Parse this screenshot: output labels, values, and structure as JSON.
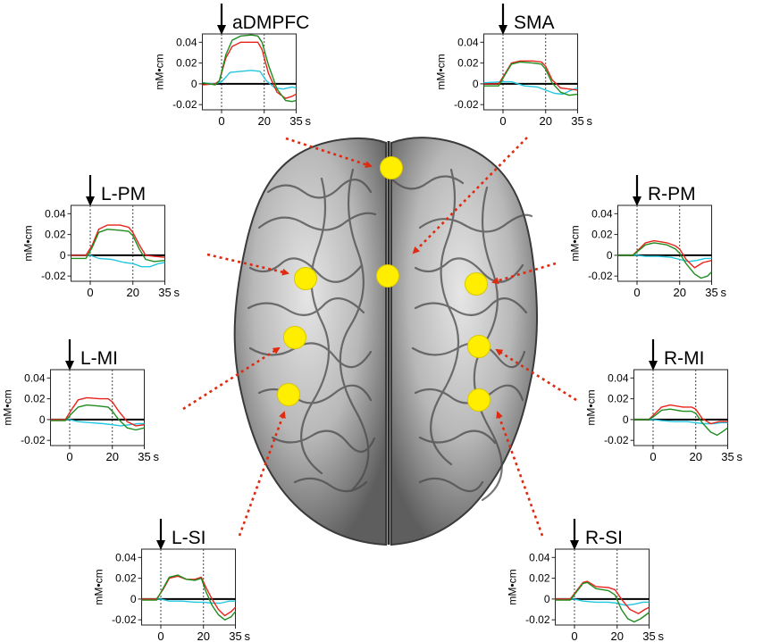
{
  "figure": {
    "colors": {
      "red": "#e8231a",
      "green": "#1e8c1e",
      "cyan": "#22c6e0",
      "marker": "#ffee00",
      "arrow": "#e02a10"
    },
    "ylabel": "mM•cm",
    "y_ticks": [
      "0.04",
      "0.02",
      "0",
      "-0.02"
    ],
    "x_ticks": [
      "0",
      "20",
      "35"
    ],
    "x_unit": "s",
    "y_range": [
      -0.025,
      0.048
    ],
    "x_range": [
      -9,
      35
    ]
  },
  "panels": [
    {
      "id": "aDMPFC",
      "label": "aDMPFC",
      "series": {
        "red": [
          [
            -9,
            -0.001
          ],
          [
            -3,
            0
          ],
          [
            -1,
            0.003
          ],
          [
            2,
            0.025
          ],
          [
            5,
            0.036
          ],
          [
            9,
            0.04
          ],
          [
            14,
            0.04
          ],
          [
            17,
            0.04
          ],
          [
            19,
            0.033
          ],
          [
            22,
            0.01
          ],
          [
            26,
            -0.008
          ],
          [
            30,
            -0.014
          ],
          [
            33,
            -0.012
          ],
          [
            35,
            -0.01
          ]
        ],
        "green": [
          [
            -9,
            0.001
          ],
          [
            -3,
            -0.001
          ],
          [
            -1,
            0.003
          ],
          [
            2,
            0.028
          ],
          [
            5,
            0.042
          ],
          [
            9,
            0.046
          ],
          [
            14,
            0.047
          ],
          [
            17,
            0.046
          ],
          [
            19,
            0.04
          ],
          [
            22,
            0.018
          ],
          [
            26,
            -0.005
          ],
          [
            30,
            -0.016
          ],
          [
            33,
            -0.017
          ],
          [
            35,
            -0.016
          ]
        ],
        "cyan": [
          [
            -9,
            0.001
          ],
          [
            -3,
            0
          ],
          [
            0,
            0.002
          ],
          [
            4,
            0.011
          ],
          [
            9,
            0.012
          ],
          [
            14,
            0.013
          ],
          [
            18,
            0.012
          ],
          [
            21,
            0.003
          ],
          [
            25,
            -0.004
          ],
          [
            29,
            -0.005
          ],
          [
            33,
            -0.003
          ],
          [
            35,
            -0.004
          ]
        ]
      }
    },
    {
      "id": "SMA",
      "label": "SMA",
      "series": {
        "red": [
          [
            -9,
            0
          ],
          [
            -2,
            0
          ],
          [
            1,
            0.01
          ],
          [
            4,
            0.02
          ],
          [
            8,
            0.022
          ],
          [
            14,
            0.022
          ],
          [
            18,
            0.021
          ],
          [
            20,
            0.017
          ],
          [
            23,
            0.004
          ],
          [
            27,
            -0.004
          ],
          [
            31,
            -0.005
          ],
          [
            35,
            -0.006
          ]
        ],
        "green": [
          [
            -9,
            -0.002
          ],
          [
            -2,
            -0.002
          ],
          [
            1,
            0.009
          ],
          [
            4,
            0.019
          ],
          [
            8,
            0.021
          ],
          [
            14,
            0.02
          ],
          [
            18,
            0.019
          ],
          [
            20,
            0.014
          ],
          [
            23,
            0.001
          ],
          [
            27,
            -0.008
          ],
          [
            31,
            -0.011
          ],
          [
            35,
            -0.01
          ]
        ],
        "cyan": [
          [
            -9,
            0.001
          ],
          [
            0,
            0.002
          ],
          [
            4,
            0.002
          ],
          [
            10,
            -0.002
          ],
          [
            16,
            -0.003
          ],
          [
            20,
            -0.006
          ],
          [
            24,
            -0.009
          ],
          [
            28,
            -0.01
          ],
          [
            32,
            -0.006
          ],
          [
            35,
            -0.004
          ]
        ]
      }
    },
    {
      "id": "L-PM",
      "label": "L-PM",
      "series": {
        "red": [
          [
            -9,
            0
          ],
          [
            -2,
            0
          ],
          [
            1,
            0.01
          ],
          [
            4,
            0.025
          ],
          [
            8,
            0.029
          ],
          [
            14,
            0.029
          ],
          [
            18,
            0.027
          ],
          [
            20,
            0.022
          ],
          [
            23,
            0.01
          ],
          [
            26,
            0
          ],
          [
            30,
            -0.001
          ],
          [
            35,
            -0.002
          ]
        ],
        "green": [
          [
            -9,
            -0.003
          ],
          [
            -2,
            -0.003
          ],
          [
            1,
            0.008
          ],
          [
            4,
            0.022
          ],
          [
            8,
            0.025
          ],
          [
            14,
            0.024
          ],
          [
            18,
            0.023
          ],
          [
            20,
            0.019
          ],
          [
            23,
            0.006
          ],
          [
            26,
            -0.004
          ],
          [
            30,
            -0.006
          ],
          [
            35,
            -0.005
          ]
        ],
        "cyan": [
          [
            -9,
            0
          ],
          [
            0,
            0
          ],
          [
            4,
            -0.003
          ],
          [
            10,
            -0.004
          ],
          [
            16,
            -0.007
          ],
          [
            20,
            -0.008
          ],
          [
            24,
            -0.011
          ],
          [
            28,
            -0.011
          ],
          [
            32,
            -0.008
          ],
          [
            35,
            -0.007
          ]
        ]
      }
    },
    {
      "id": "R-PM",
      "label": "R-PM",
      "series": {
        "red": [
          [
            -9,
            0
          ],
          [
            -2,
            0
          ],
          [
            1,
            0.006
          ],
          [
            4,
            0.012
          ],
          [
            8,
            0.014
          ],
          [
            14,
            0.012
          ],
          [
            18,
            0.009
          ],
          [
            20,
            0.006
          ],
          [
            23,
            -0.004
          ],
          [
            27,
            -0.012
          ],
          [
            31,
            -0.007
          ],
          [
            35,
            -0.005
          ]
        ],
        "green": [
          [
            -9,
            0
          ],
          [
            -2,
            0
          ],
          [
            1,
            0.005
          ],
          [
            4,
            0.01
          ],
          [
            8,
            0.012
          ],
          [
            14,
            0.01
          ],
          [
            18,
            0.006
          ],
          [
            20,
            0.002
          ],
          [
            23,
            -0.008
          ],
          [
            27,
            -0.018
          ],
          [
            30,
            -0.022
          ],
          [
            33,
            -0.02
          ],
          [
            35,
            -0.016
          ]
        ],
        "cyan": [
          [
            -9,
            0
          ],
          [
            0,
            0
          ],
          [
            4,
            -0.001
          ],
          [
            10,
            -0.001
          ],
          [
            16,
            -0.002
          ],
          [
            20,
            -0.004
          ],
          [
            24,
            -0.006
          ],
          [
            28,
            -0.005
          ],
          [
            32,
            -0.003
          ],
          [
            35,
            -0.003
          ]
        ]
      }
    },
    {
      "id": "L-MI",
      "label": "L-MI",
      "series": {
        "red": [
          [
            -9,
            0
          ],
          [
            -2,
            0
          ],
          [
            1,
            0.01
          ],
          [
            4,
            0.019
          ],
          [
            8,
            0.021
          ],
          [
            14,
            0.02
          ],
          [
            18,
            0.02
          ],
          [
            20,
            0.017
          ],
          [
            23,
            0.008
          ],
          [
            27,
            -0.002
          ],
          [
            31,
            -0.006
          ],
          [
            35,
            -0.005
          ]
        ],
        "green": [
          [
            -9,
            -0.001
          ],
          [
            -2,
            -0.001
          ],
          [
            1,
            0.006
          ],
          [
            4,
            0.012
          ],
          [
            8,
            0.014
          ],
          [
            14,
            0.013
          ],
          [
            18,
            0.012
          ],
          [
            20,
            0.008
          ],
          [
            23,
            0
          ],
          [
            27,
            -0.008
          ],
          [
            31,
            -0.01
          ],
          [
            35,
            -0.008
          ]
        ],
        "cyan": [
          [
            -9,
            0
          ],
          [
            0,
            0
          ],
          [
            4,
            -0.002
          ],
          [
            10,
            -0.003
          ],
          [
            16,
            -0.004
          ],
          [
            20,
            -0.005
          ],
          [
            24,
            -0.006
          ],
          [
            28,
            -0.005
          ],
          [
            32,
            -0.004
          ],
          [
            35,
            -0.004
          ]
        ]
      }
    },
    {
      "id": "R-MI",
      "label": "R-MI",
      "series": {
        "red": [
          [
            -9,
            0
          ],
          [
            -2,
            0
          ],
          [
            1,
            0.006
          ],
          [
            4,
            0.012
          ],
          [
            8,
            0.014
          ],
          [
            14,
            0.012
          ],
          [
            18,
            0.012
          ],
          [
            20,
            0.01
          ],
          [
            23,
            0.001
          ],
          [
            27,
            -0.004
          ],
          [
            31,
            -0.002
          ],
          [
            35,
            -0.002
          ]
        ],
        "green": [
          [
            -9,
            0
          ],
          [
            -2,
            0
          ],
          [
            1,
            0.004
          ],
          [
            4,
            0.009
          ],
          [
            8,
            0.01
          ],
          [
            14,
            0.008
          ],
          [
            18,
            0.008
          ],
          [
            20,
            0.006
          ],
          [
            23,
            -0.003
          ],
          [
            27,
            -0.012
          ],
          [
            30,
            -0.015
          ],
          [
            33,
            -0.011
          ],
          [
            35,
            -0.008
          ]
        ],
        "cyan": [
          [
            -9,
            0
          ],
          [
            0,
            0
          ],
          [
            4,
            -0.001
          ],
          [
            10,
            -0.002
          ],
          [
            16,
            -0.002
          ],
          [
            20,
            -0.003
          ],
          [
            24,
            -0.004
          ],
          [
            28,
            -0.004
          ],
          [
            32,
            -0.003
          ],
          [
            35,
            -0.003
          ]
        ]
      }
    },
    {
      "id": "L-SI",
      "label": "L-SI",
      "series": {
        "red": [
          [
            -9,
            0
          ],
          [
            -2,
            0
          ],
          [
            1,
            0.009
          ],
          [
            4,
            0.02
          ],
          [
            8,
            0.022
          ],
          [
            12,
            0.019
          ],
          [
            16,
            0.019
          ],
          [
            19,
            0.021
          ],
          [
            21,
            0.012
          ],
          [
            24,
            0
          ],
          [
            27,
            -0.01
          ],
          [
            30,
            -0.016
          ],
          [
            33,
            -0.012
          ],
          [
            35,
            -0.008
          ]
        ],
        "green": [
          [
            -9,
            -0.001
          ],
          [
            -2,
            -0.001
          ],
          [
            1,
            0.01
          ],
          [
            4,
            0.021
          ],
          [
            8,
            0.023
          ],
          [
            12,
            0.019
          ],
          [
            16,
            0.018
          ],
          [
            19,
            0.02
          ],
          [
            21,
            0.008
          ],
          [
            24,
            -0.006
          ],
          [
            27,
            -0.015
          ],
          [
            30,
            -0.02
          ],
          [
            33,
            -0.017
          ],
          [
            35,
            -0.012
          ]
        ],
        "cyan": [
          [
            -9,
            0
          ],
          [
            0,
            0
          ],
          [
            4,
            -0.002
          ],
          [
            10,
            -0.002
          ],
          [
            16,
            -0.003
          ],
          [
            20,
            -0.003
          ],
          [
            24,
            -0.004
          ],
          [
            28,
            -0.004
          ],
          [
            32,
            -0.002
          ],
          [
            35,
            -0.002
          ]
        ]
      }
    },
    {
      "id": "R-SI",
      "label": "R-SI",
      "series": {
        "red": [
          [
            -9,
            0
          ],
          [
            -2,
            0
          ],
          [
            1,
            0.008
          ],
          [
            4,
            0.016
          ],
          [
            6,
            0.017
          ],
          [
            10,
            0.012
          ],
          [
            16,
            0.011
          ],
          [
            19,
            0.009
          ],
          [
            22,
            0
          ],
          [
            26,
            -0.01
          ],
          [
            30,
            -0.014
          ],
          [
            33,
            -0.01
          ],
          [
            35,
            -0.008
          ]
        ],
        "green": [
          [
            -9,
            -0.001
          ],
          [
            -2,
            -0.001
          ],
          [
            1,
            0.007
          ],
          [
            4,
            0.015
          ],
          [
            6,
            0.016
          ],
          [
            10,
            0.01
          ],
          [
            16,
            0.008
          ],
          [
            19,
            0.004
          ],
          [
            22,
            -0.01
          ],
          [
            25,
            -0.019
          ],
          [
            28,
            -0.022
          ],
          [
            31,
            -0.019
          ],
          [
            35,
            -0.013
          ]
        ],
        "cyan": [
          [
            -9,
            0
          ],
          [
            0,
            0
          ],
          [
            4,
            -0.002
          ],
          [
            10,
            -0.003
          ],
          [
            16,
            -0.003
          ],
          [
            20,
            -0.004
          ],
          [
            24,
            -0.006
          ],
          [
            28,
            -0.005
          ],
          [
            32,
            -0.003
          ],
          [
            35,
            -0.003
          ]
        ]
      }
    }
  ]
}
